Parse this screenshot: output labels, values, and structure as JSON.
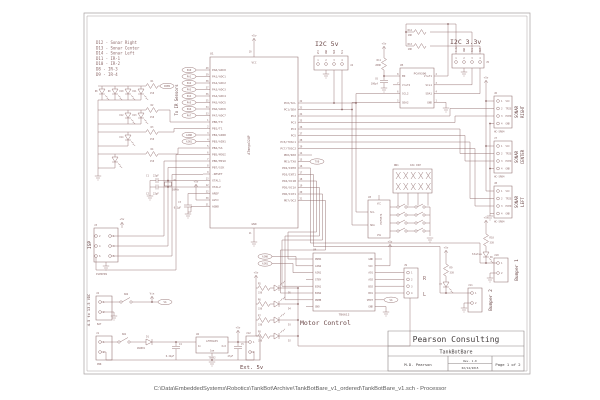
{
  "caption": "C:\\Data\\EmbeddedSystems\\Robotics\\TankBot\\Archive\\TankBotBare_v1_ordered\\TankBotBare_v1.sch  -  Processor",
  "legend": [
    "D12 - Sonar Right",
    "D13 - Sonar Center",
    "D14 - Sonar Left",
    "D11 - IR-1",
    "D10 - IR-2",
    "D8  - IR-3",
    "D9  - IR-4"
  ],
  "supply": {
    "p5": "+5v",
    "vin": "Vin",
    "vb": "Vb"
  },
  "ir": {
    "rot": "To IR Sensors",
    "net": "IREN",
    "leds": [
      "D8",
      "D9",
      "D10",
      "D11",
      "D12",
      "D13",
      "D14"
    ],
    "res": [
      {
        "r": "R1",
        "v": "150"
      },
      {
        "r": "R2",
        "v": "150"
      },
      {
        "r": "R3",
        "v": "150"
      },
      {
        "r": "R4",
        "v": "150"
      }
    ]
  },
  "pa": [
    "PA0",
    "PA1",
    "PA2",
    "PA3",
    "PA4",
    "PA5",
    "PA6",
    "PA7"
  ],
  "ain": [
    "AIN0",
    "AIN1"
  ],
  "net": {
    "tx0": "TX0"
  },
  "mcu": {
    "ref": "U1",
    "name": "ATmega324P",
    "vcc": "VCC",
    "gnd": "GND",
    "pvcc": "10",
    "pgnd": "11",
    "left": [
      {
        "n": "PA0/ADC0",
        "p": "40"
      },
      {
        "n": "PA1/ADC1",
        "p": "39"
      },
      {
        "n": "PA2/ADC2",
        "p": "38"
      },
      {
        "n": "PA3/ADC3",
        "p": "37"
      },
      {
        "n": "PA4/ADC4",
        "p": "36"
      },
      {
        "n": "PA5/ADC5",
        "p": "35"
      },
      {
        "n": "PA6/ADC6",
        "p": "34"
      },
      {
        "n": "PA7/ADC7",
        "p": "33"
      },
      {
        "n": "PB0/T0",
        "p": "1"
      },
      {
        "n": "PB1/T1",
        "p": "2"
      },
      {
        "n": "PB2/AIN0",
        "p": "3"
      },
      {
        "n": "PB3/AIN1",
        "p": "4"
      },
      {
        "n": "PB4/SS",
        "p": "5"
      },
      {
        "n": "PB5/MOSI",
        "p": "6"
      },
      {
        "n": "PB6/MISO",
        "p": "7"
      },
      {
        "n": "PB7/SCK",
        "p": "8"
      },
      {
        "n": "-RESET",
        "p": "9"
      },
      {
        "n": "XTAL1",
        "p": "13"
      },
      {
        "n": "XTAL2",
        "p": "12"
      },
      {
        "n": "AREF",
        "p": "32"
      },
      {
        "n": "AVCC",
        "p": "30"
      },
      {
        "n": "AGND",
        "p": "31"
      }
    ],
    "right": [
      {
        "n": "PC0/SCL",
        "p": "22"
      },
      {
        "n": "PC1/SDA",
        "p": "23"
      },
      {
        "n": "PC2",
        "p": "24"
      },
      {
        "n": "PC3",
        "p": "25"
      },
      {
        "n": "PC4",
        "p": "26"
      },
      {
        "n": "PC5",
        "p": "27"
      },
      {
        "n": "PC6/TOSC1",
        "p": "28"
      },
      {
        "n": "PC7/TOSC2",
        "p": "29"
      },
      {
        "n": "PD0/RX0",
        "p": "14"
      },
      {
        "n": "PD1/TX0",
        "p": "15"
      },
      {
        "n": "PD2/INT0",
        "p": "16"
      },
      {
        "n": "PD3/INT1",
        "p": "17"
      },
      {
        "n": "PD4/OC1B",
        "p": "18"
      },
      {
        "n": "PD5/OC1A",
        "p": "19"
      },
      {
        "n": "PD6/ICP1",
        "p": "20"
      },
      {
        "n": "PD7/OC2",
        "p": "21"
      }
    ]
  },
  "isp": {
    "rot": "ISP",
    "ref": "J3",
    "fp": "ISP6PIN",
    "lcol": [
      "2",
      "4",
      "6"
    ],
    "rcol": [
      "1",
      "3",
      "5"
    ]
  },
  "xtal": {
    "c1": "C1",
    "c1v": "22pF",
    "c2": "C2",
    "c2v": "22pF",
    "x1": "X1",
    "x1v": "16MHz",
    "c3": "C3",
    "c3v": "0.1µF"
  },
  "i2c5": {
    "title": "I2C 5v",
    "ref": "J4",
    "names": [
      "VCC",
      "GND",
      "SDA",
      "SCL"
    ],
    "nums": [
      "1",
      "2",
      "3",
      "4"
    ]
  },
  "i2c33": {
    "title": "I2C 3.3v",
    "ref": "J5",
    "names": [
      "3.3v",
      "GND",
      "SCL",
      "SDA"
    ],
    "nums": [
      "1",
      "2",
      "3",
      "4"
    ],
    "r12": {
      "r": "R12",
      "v": "10K"
    },
    "r13": {
      "r": "R13",
      "v": "10K"
    }
  },
  "u5": {
    "ref": "U5",
    "name": "PCA9306",
    "r11": {
      "r": "R11",
      "v": "200K"
    },
    "c6": {
      "r": "C6",
      "v": "100pf"
    },
    "left": [
      {
        "n": "EN",
        "p": "8"
      },
      {
        "n": "Vref2",
        "p": "7"
      },
      {
        "n": "SCL2",
        "p": "6"
      },
      {
        "n": "SDA2",
        "p": "5"
      }
    ],
    "right": [
      {
        "n": "Vref1",
        "p": "2"
      },
      {
        "n": "SCL1",
        "p": "3"
      },
      {
        "n": "SDA1",
        "p": "4"
      },
      {
        "n": "GND",
        "p": "1"
      }
    ]
  },
  "rn1": {
    "ref": "RN1",
    "v": "10k DIP"
  },
  "u3": {
    "ref": "U3",
    "name": "PCF8574",
    "vcc": "VCC",
    "vss": "VSS",
    "left": [
      "SCL",
      "SDA"
    ]
  },
  "sonar": {
    "part": "HC-SR04",
    "pins": [
      {
        "n": "VCC",
        "p": "1"
      },
      {
        "n": "TRIG",
        "p": "2"
      },
      {
        "n": "ECHO",
        "p": "3"
      },
      {
        "n": "GND",
        "p": "4"
      }
    ],
    "items": [
      {
        "ref": "J6",
        "w1": "SONAR",
        "w2": "RIGHT"
      },
      {
        "ref": "J7",
        "w1": "SONAR",
        "w2": "CENTER"
      },
      {
        "ref": "J8",
        "w1": "SONAR",
        "w2": "LEFT"
      }
    ]
  },
  "motor": {
    "label": "Motor Control",
    "ref": "U4",
    "name": "TB6612",
    "left": [
      "PWMA",
      "AIN2",
      "AIN1",
      "STBY",
      "BIN1",
      "BIN2",
      "PWMB",
      "GND"
    ],
    "right": [
      "GND",
      "VCC",
      "AO1",
      "AO2",
      "BO2",
      "BO1",
      "VMOT",
      "GND"
    ],
    "j9": {
      "ref": "J9",
      "nums": [
        "1",
        "2",
        "3",
        "4"
      ],
      "r": "R",
      "l": "L"
    },
    "leds": [
      {
        "r": "R5",
        "v": "330",
        "d": "D5"
      },
      {
        "r": "R6",
        "v": "330",
        "d": "D4"
      },
      {
        "r": "R7",
        "v": "330",
        "d": "D3"
      },
      {
        "r": "R8",
        "v": "330",
        "d": "D2"
      }
    ]
  },
  "bump1": {
    "label": "Bumper 1",
    "ref": "J10",
    "r": "R10",
    "v": "330",
    "d": "D6",
    "status": "Status",
    "nums": [
      "1",
      "2"
    ]
  },
  "bump2": {
    "label": "Bumper 2",
    "ref": "J11",
    "r": "R9",
    "v": "330",
    "d": "D7",
    "nums": [
      "1",
      "2"
    ]
  },
  "power": {
    "rot": "4.5 to 13.5 VDC",
    "j2": "J2",
    "j2b": "BAT",
    "sw2": "SW2",
    "j1": "J1",
    "j1b": "PWR",
    "sw1": "SW1",
    "d1": "D1",
    "d1v": "1N4001",
    "c4": "C4",
    "c4v": "0.22µF",
    "u2": "U2",
    "u2n": "LM78L05",
    "in": "In",
    "out": "Out",
    "com": "Com",
    "fp": "TO-92",
    "c5": "C5",
    "c5v": "47µF",
    "j12": "J12",
    "ext": "Ext. 5v",
    "nums": [
      "1",
      "2"
    ]
  },
  "tb": {
    "company": "Pearson Consulting",
    "project": "TankBotBare",
    "author": "M.D. Pearson",
    "rev": "Rev. 1.0",
    "date": "02/14/2015",
    "page": "Page 1 of 2"
  }
}
